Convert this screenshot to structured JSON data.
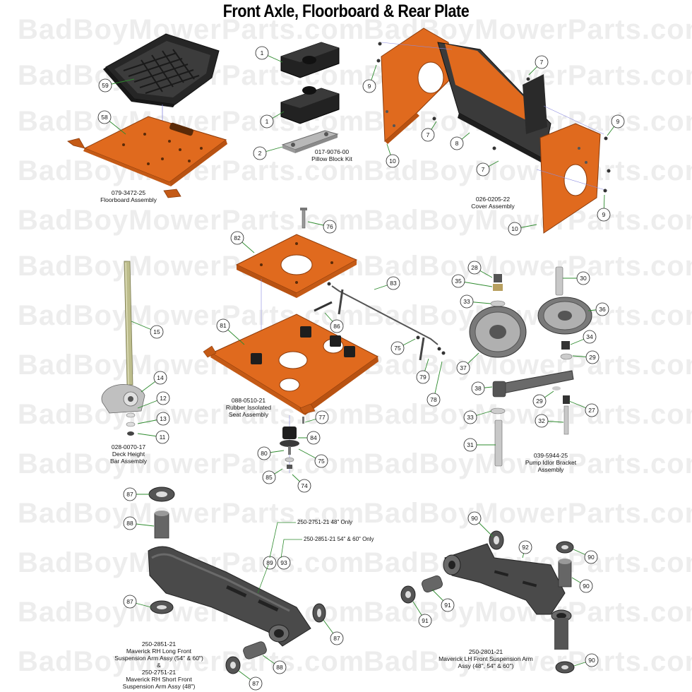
{
  "title": "Front Axle, Floorboard & Rear Plate",
  "watermark": "BadBoyMowerParts.com",
  "colors": {
    "orange": "#e06a1e",
    "dark": "#3a3a3a",
    "black": "#1a1a1a",
    "steel": "#b8b8b8",
    "olive": "#bdbd8c",
    "callout_green": "#2e8b2e"
  },
  "captions": {
    "floorboard": [
      "079-3472-25",
      "Floorboard Assembly"
    ],
    "pillow": [
      "017-9076-00",
      "Pillow Block Kit"
    ],
    "cover": [
      "026-0205-22",
      "Cover Assembly"
    ],
    "seat": [
      "088-0510-21",
      "Rubber Issolated",
      "Seat Assembly"
    ],
    "deckbar": [
      "028-0070-17",
      "Deck Height",
      "Bar Assembly"
    ],
    "pump": [
      "039-5944-25",
      "Pump Idlor Bracket",
      "Assembly"
    ],
    "rh_arm": [
      "250-2851-21",
      "Maverick RH Long Front",
      "Suspension Arm Assy (54\" & 60\")",
      "&",
      "250-2751-21",
      "Maverick RH Short Front",
      "Suspension Arm Assy (48\")"
    ],
    "lh_arm": [
      "250-2801-21",
      "Maverick LH Front Suspension Arm",
      "Assy (48\", 54\" & 60\")"
    ]
  },
  "notes": [
    "250-2751-21 48\" Only",
    "250-2851-21 54\" & 60\" Only"
  ],
  "callouts": [
    "59",
    "58",
    "1",
    "1",
    "2",
    "9",
    "7",
    "7",
    "8",
    "7",
    "9",
    "10",
    "10",
    "9",
    "76",
    "82",
    "83",
    "81",
    "86",
    "75",
    "79",
    "78",
    "15",
    "14",
    "12",
    "13",
    "11",
    "77",
    "84",
    "80",
    "75",
    "85",
    "74",
    "28",
    "30",
    "35",
    "33",
    "36",
    "34",
    "29",
    "37",
    "38",
    "29",
    "27",
    "33",
    "32",
    "31",
    "87",
    "88",
    "87",
    "87",
    "88",
    "87",
    "89",
    "93",
    "90",
    "92",
    "90",
    "91",
    "90",
    "91",
    "90"
  ]
}
